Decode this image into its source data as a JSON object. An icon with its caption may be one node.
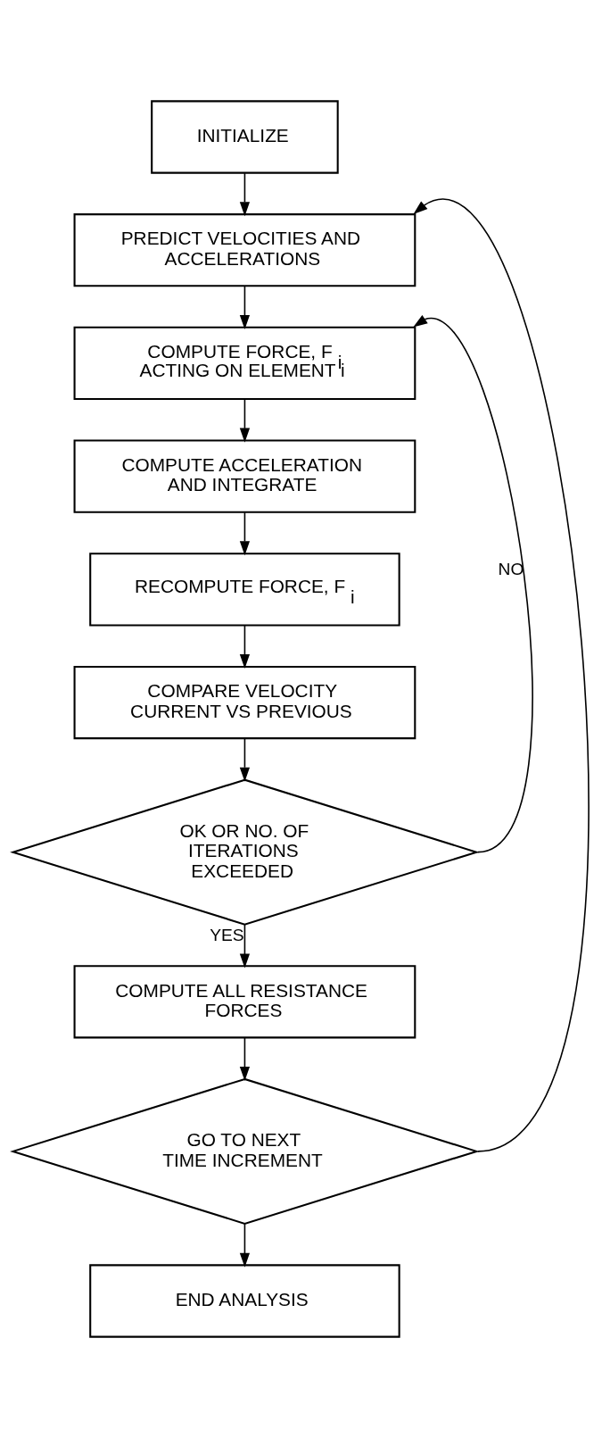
{
  "diagram": {
    "nodes": [
      {
        "text": [
          "INITIALIZE"
        ]
      },
      {
        "text": [
          "PREDICT VELOCITIES AND ACCELERATIONS"
        ]
      },
      {
        "text": [
          "COMPUTE FORCE, F$_{i}$ ACTING ON ELEMENT i"
        ]
      },
      {
        "text": [
          "COMPUTE ACCELERATION AND INTEGRATE"
        ]
      },
      {
        "text": [
          "RECOMPUTE FORCE, F$_{i}$"
        ]
      },
      {
        "text": [
          "COMPARE VELOCITY CURRENT VS PREVIOUS"
        ]
      },
      {
        "text": [
          "OK OR NO. OF ITERATIONS EXCEEDED"
        ]
      },
      {
        "text": [
          "COMPUTE ALL RESISTANCE FORCES"
        ]
      },
      {
        "text": [
          "GO TO NEXT TIME INCREMENT"
        ]
      },
      {
        "text": [
          "END ANALYSIS"
        ]
      }
    ],
    "edges": [
      {
        "from": 0,
        "to": 1,
        "arrow": "to"
      },
      {
        "from": 1,
        "to": 2,
        "arrow": "to"
      },
      {
        "from": 2,
        "to": 3,
        "arrow": "to"
      },
      {
        "from": 3,
        "to": 4,
        "arrow": "to"
      },
      {
        "from": 4,
        "to": 5,
        "arrow": "to"
      },
      {
        "from": 5,
        "to": 6,
        "arrow": "to"
      },
      {
        "from": 6,
        "to": 2,
        "arrow": "to",
        "label": "NO"
      },
      {
        "from": 6,
        "to": 7,
        "arrow": "to",
        "label": "YES"
      },
      {
        "from": 7,
        "to": 8,
        "arrow": "to"
      },
      {
        "from": 8,
        "to": 1,
        "arrow": "to"
      },
      {
        "from": 8,
        "to": 9,
        "arrow": "to"
      }
    ]
  }
}
